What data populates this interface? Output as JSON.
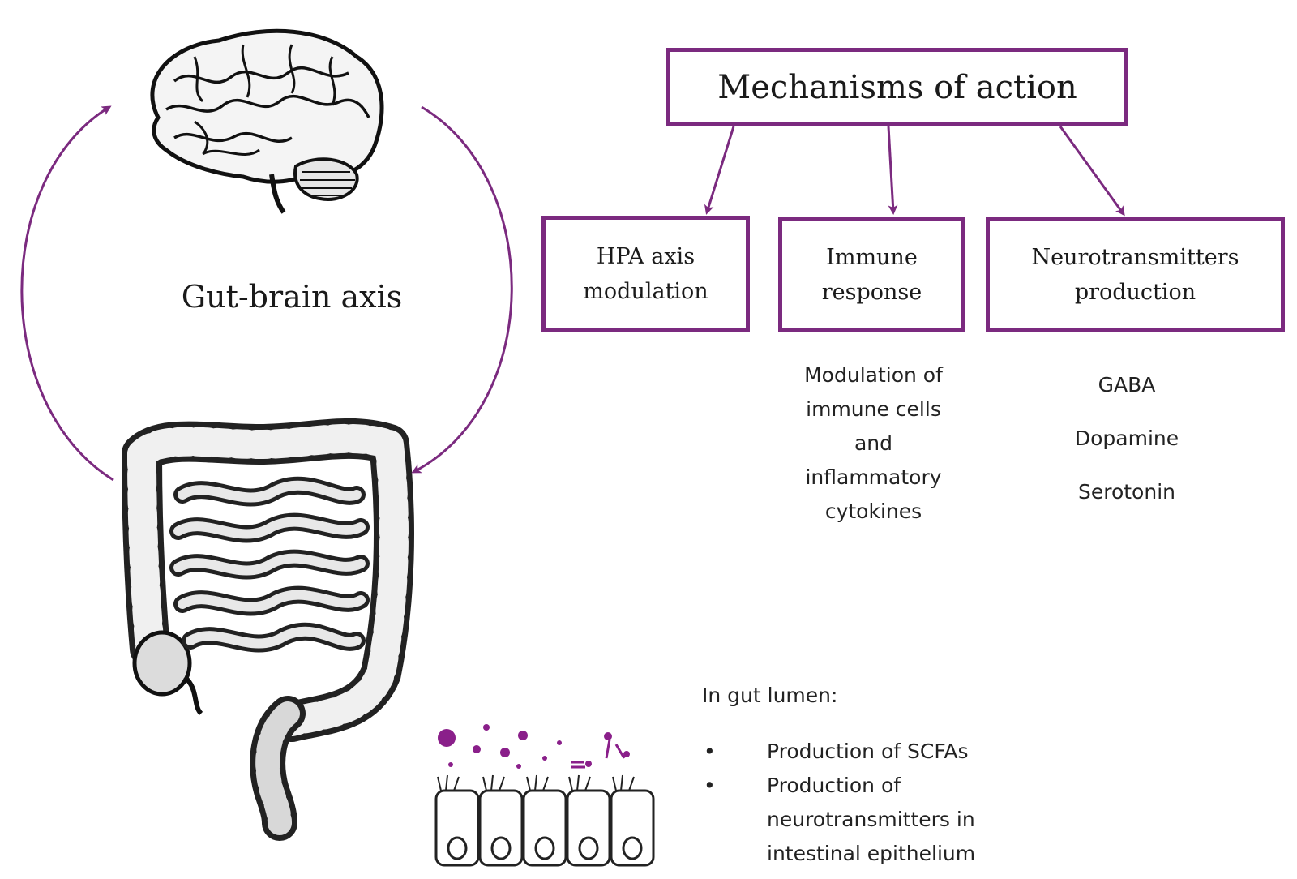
{
  "diagram": {
    "axis_label": "Gut-brain axis",
    "mechanisms_title": "Mechanisms of action",
    "boxes": [
      {
        "label": "HPA axis modulation"
      },
      {
        "label": "Immune response"
      },
      {
        "label": "Neurotransmitters production"
      }
    ],
    "immune_details": "Modulation of immune cells and inflammatory cytokines",
    "neurotransmitters": [
      "GABA",
      "Dopamine",
      "Serotonin"
    ],
    "lumen": {
      "title": "In gut lumen:",
      "bullets": [
        "Production of SCFAs",
        "Production of neurotransmitters in intestinal epithelium"
      ]
    },
    "colors": {
      "accent": "#7b2a7f",
      "ink": "#1a1a1a"
    },
    "icons": [
      "brain-icon",
      "intestine-icon",
      "epithelium-icon"
    ]
  }
}
